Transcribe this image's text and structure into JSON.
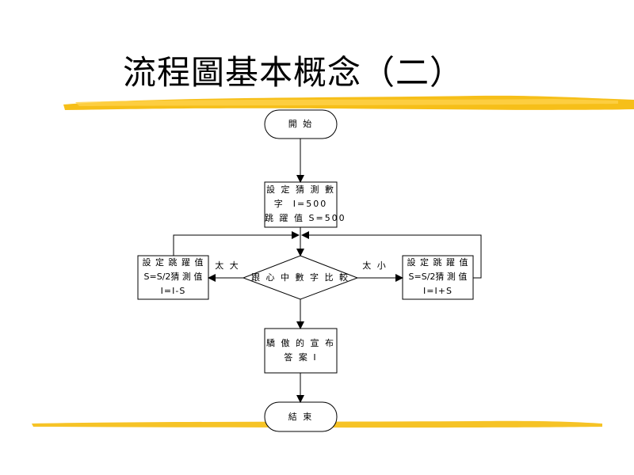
{
  "title": "流程圖基本概念（二）",
  "nodes": {
    "start": "開 始",
    "init_line1": "設 定 猜 測 數",
    "init_line2": "字  I=500",
    "init_line3": "跳 躍 值 S=500",
    "compare": "跟 心 中 數 字 比 較",
    "left_line1": "設 定 跳 躍 值",
    "left_line2": "S=S/2猜 測 值",
    "left_line3": "I=I-S",
    "right_line1": "設 定 跳 躍 值",
    "right_line2": "S=S/2猜 測 值",
    "right_line3": "I=I+S",
    "result_line1": "驕 傲 的 宣 布",
    "result_line2": "答 案 I",
    "end": "結 束"
  },
  "edges": {
    "too_big": "太 大",
    "too_small": "太 小"
  },
  "colors": {
    "brush": "#f5b800",
    "brush_light": "#ffd24a",
    "line": "#000000"
  }
}
